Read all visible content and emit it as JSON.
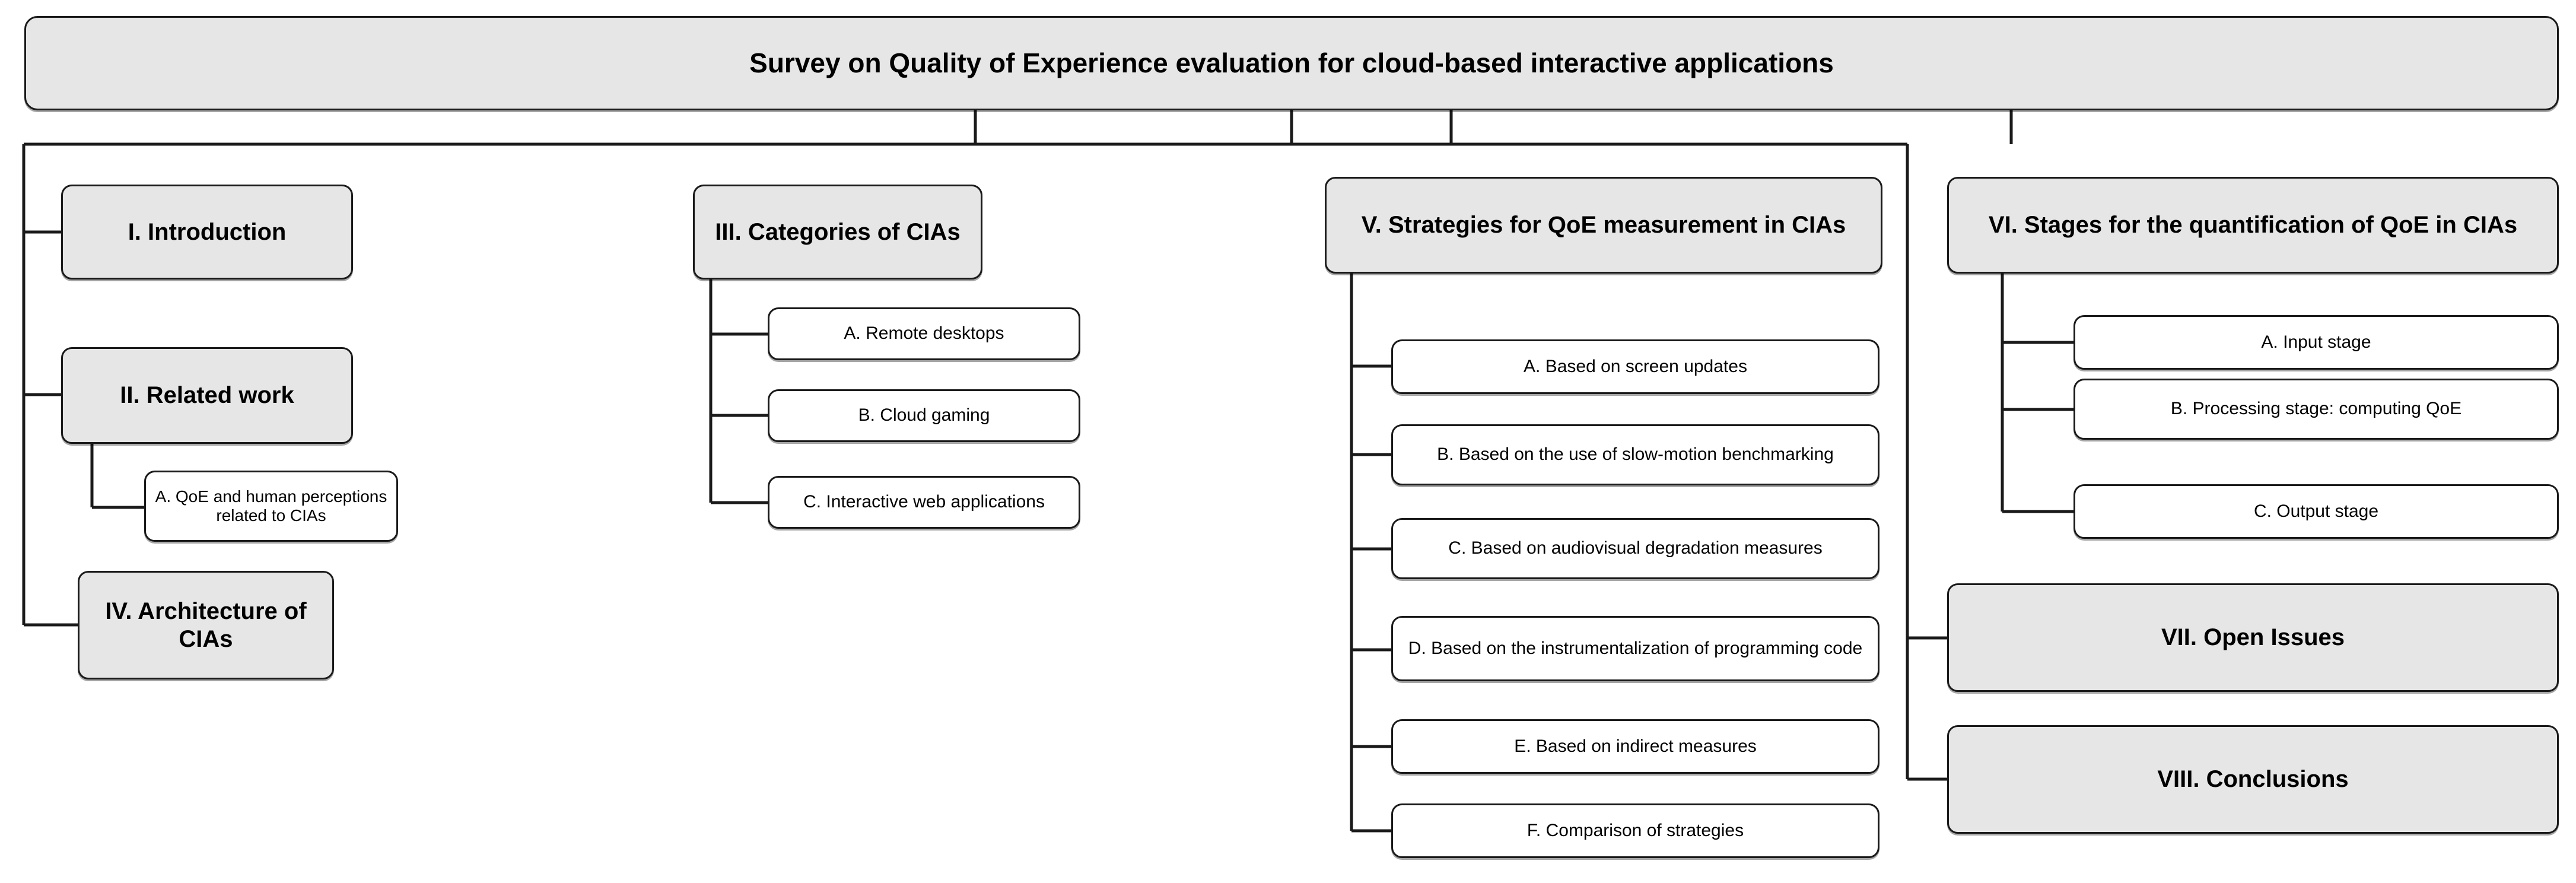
{
  "diagram": {
    "type": "tree-outline",
    "title": "Survey on Quality of Experience evaluation for cloud-based interactive applications",
    "colors": {
      "major_node_fill": "#e6e6e6",
      "minor_node_fill": "#ffffff",
      "border": "#1a1a1a",
      "text": "#000000",
      "background": "#ffffff"
    },
    "root": {
      "label": "Survey on Quality of Experience evaluation for cloud-based interactive applications"
    },
    "sections": [
      {
        "id": "sec-1",
        "label": "I. Introduction",
        "level": "major",
        "children": []
      },
      {
        "id": "sec-2",
        "label": "II. Related work",
        "level": "major",
        "children": [
          {
            "id": "sec-2-a",
            "label": "A. QoE and human perceptions related to CIAs",
            "level": "minor"
          }
        ]
      },
      {
        "id": "sec-3",
        "label": "III. Categories of CIAs",
        "level": "major",
        "children": [
          {
            "id": "sec-3-a",
            "label": "A. Remote desktops",
            "level": "minor"
          },
          {
            "id": "sec-3-b",
            "label": "B. Cloud gaming",
            "level": "minor"
          },
          {
            "id": "sec-3-c",
            "label": "C. Interactive web applications",
            "level": "minor"
          }
        ]
      },
      {
        "id": "sec-4",
        "label": "IV. Architecture of CIAs",
        "level": "major",
        "children": []
      },
      {
        "id": "sec-5",
        "label": "V. Strategies for QoE measurement in CIAs",
        "level": "major",
        "children": [
          {
            "id": "sec-5-a",
            "label": "A. Based on screen updates",
            "level": "minor"
          },
          {
            "id": "sec-5-b",
            "label": "B. Based on the use of slow-motion benchmarking",
            "level": "minor"
          },
          {
            "id": "sec-5-c",
            "label": "C. Based on audiovisual degradation measures",
            "level": "minor"
          },
          {
            "id": "sec-5-d",
            "label": "D. Based on the instrumentalization of programming code",
            "level": "minor"
          },
          {
            "id": "sec-5-e",
            "label": "E. Based on indirect measures",
            "level": "minor"
          },
          {
            "id": "sec-5-f",
            "label": "F. Comparison of strategies",
            "level": "minor"
          }
        ]
      },
      {
        "id": "sec-6",
        "label": "VI. Stages for the quantification of QoE in CIAs",
        "level": "major",
        "children": [
          {
            "id": "sec-6-a",
            "label": "A. Input stage",
            "level": "minor"
          },
          {
            "id": "sec-6-b",
            "label": "B. Processing stage: computing QoE",
            "level": "minor"
          },
          {
            "id": "sec-6-c",
            "label": "C. Output stage",
            "level": "minor"
          }
        ]
      },
      {
        "id": "sec-7",
        "label": "VII. Open Issues",
        "level": "major",
        "children": []
      },
      {
        "id": "sec-8",
        "label": "VIII. Conclusions",
        "level": "major",
        "children": []
      }
    ]
  }
}
